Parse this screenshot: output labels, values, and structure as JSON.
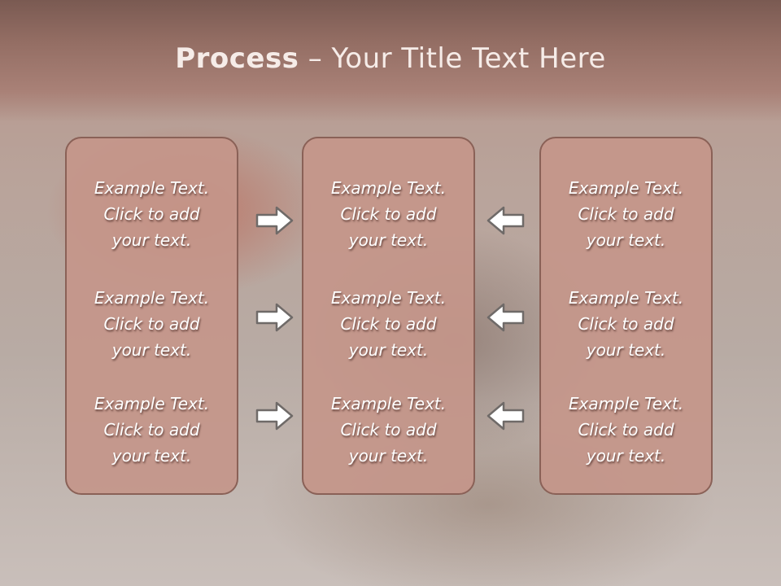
{
  "slide": {
    "title_bold": "Process",
    "title_rest": " – Your Title Text Here"
  },
  "columns": [
    {
      "items": [
        {
          "line1": "Example Text.",
          "line2": "Click  to add",
          "line3": "your text."
        },
        {
          "line1": "Example Text.",
          "line2": "Click  to add",
          "line3": "your text."
        },
        {
          "line1": "Example Text.",
          "line2": "Click  to add",
          "line3": "your text."
        }
      ]
    },
    {
      "items": [
        {
          "line1": "Example Text.",
          "line2": "Click  to add",
          "line3": "your text."
        },
        {
          "line1": "Example Text.",
          "line2": "Click  to add",
          "line3": "your text."
        },
        {
          "line1": "Example Text.",
          "line2": "Click  to add",
          "line3": "your text."
        }
      ]
    },
    {
      "items": [
        {
          "line1": "Example Text.",
          "line2": "Click  to add",
          "line3": "your text."
        },
        {
          "line1": "Example Text.",
          "line2": "Click  to add",
          "line3": "your text."
        },
        {
          "line1": "Example Text.",
          "line2": "Click  to add",
          "line3": "your text."
        }
      ]
    }
  ],
  "arrows": {
    "left_group": "right-arrow-icon",
    "right_group": "left-arrow-icon"
  },
  "colors": {
    "banner": "#8b655b",
    "box_fill": "#c4968a",
    "box_border": "#8a6157",
    "text": "#ffffff"
  }
}
